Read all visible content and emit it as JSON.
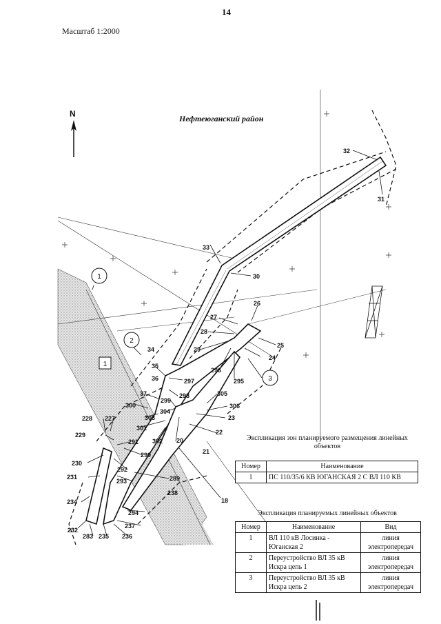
{
  "page_number": "14",
  "scale_label": "Масштаб 1:2000",
  "district_label": "Нефтеюганский район",
  "north_label": "N",
  "zone_label": "1",
  "circle_labels": [
    "1",
    "2",
    "3"
  ],
  "point_labels": [
    "32",
    "31",
    "33",
    "30",
    "26",
    "27",
    "28",
    "25",
    "24",
    "29",
    "296",
    "295",
    "34",
    "35",
    "36",
    "297",
    "37",
    "298",
    "299",
    "305",
    "306",
    "300",
    "304",
    "303",
    "23",
    "301",
    "302",
    "22",
    "20",
    "21",
    "228",
    "227",
    "229",
    "291",
    "290",
    "230",
    "292",
    "289",
    "231",
    "293",
    "238",
    "18",
    "234",
    "294",
    "232",
    "283",
    "235",
    "237",
    "236"
  ],
  "table1": {
    "title": "Экспликация зон планируемого размещения линейных объектов",
    "headers": [
      "Номер",
      "Наименование"
    ],
    "rows": [
      [
        "1",
        "ПС 110/35/6 КВ ЮГАНСКАЯ 2 С ВЛ 110 КВ"
      ]
    ]
  },
  "table2": {
    "title": "Экспликация планируемых линейных объектов",
    "headers": [
      "Номер",
      "Наименование",
      "Вид"
    ],
    "rows": [
      [
        "1",
        "ВЛ 110 кВ Лосинка - Юганская 2",
        "линия электропередач"
      ],
      [
        "2",
        "Переустройство ВЛ 35 кВ Искра цепь 1",
        "линия электропередач"
      ],
      [
        "3",
        "Переустройство ВЛ 35 кВ Искра цепь 2",
        "линия электропередач"
      ]
    ]
  }
}
